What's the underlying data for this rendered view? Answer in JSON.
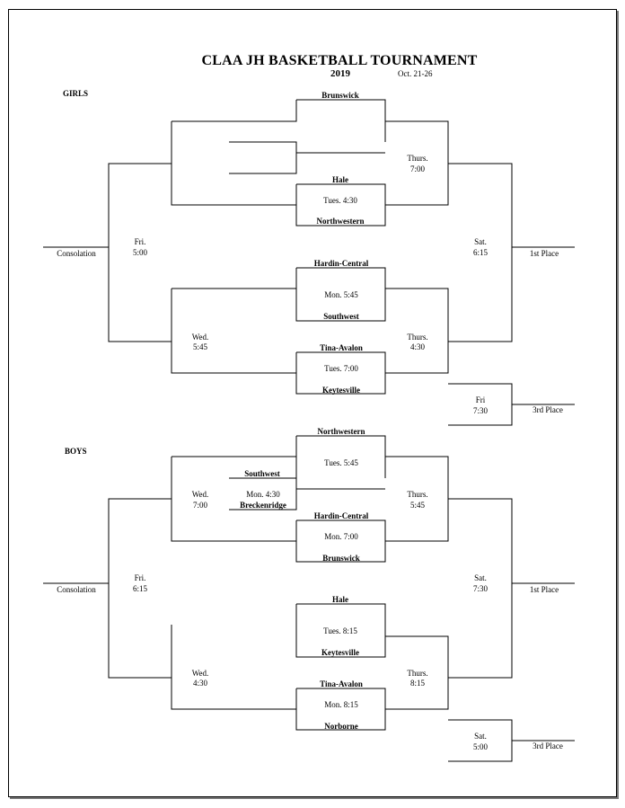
{
  "title": "CLAA JH BASKETBALL TOURNAMENT",
  "year": "2019",
  "dates": "Oct. 21-26",
  "girls": {
    "label": "GIRLS",
    "teams": {
      "brunswick": "Brunswick",
      "hale": "Hale",
      "northwestern": "Northwestern",
      "hardin_central": "Hardin-Central",
      "southwest": "Southwest",
      "tina_avalon": "Tina-Avalon",
      "keytesville": "Keytesville"
    },
    "times": {
      "tues_430": "Tues. 4:30",
      "mon_545": "Mon. 5:45",
      "tues_700": "Tues. 7:00",
      "thurs_top_day": "Thurs.",
      "thurs_top_time": "7:00",
      "thurs_bot_day": "Thurs.",
      "thurs_bot_time": "4:30",
      "wed_day": "Wed.",
      "wed_time": "5:45",
      "fri_day": "Fri.",
      "fri_time": "5:00",
      "sat_day": "Sat.",
      "sat_time": "6:15",
      "third_day": "Fri",
      "third_time": "7:30"
    },
    "consolation": "Consolation",
    "first_place": "1st Place",
    "third_place": "3rd Place"
  },
  "boys": {
    "label": "BOYS",
    "teams": {
      "northwestern": "Northwestern",
      "southwest": "Southwest",
      "breckenridge": "Breckenridge",
      "hardin_central": "Hardin-Central",
      "brunswick": "Brunswick",
      "hale": "Hale",
      "keytesville": "Keytesville",
      "tina_avalon": "Tina-Avalon",
      "norborne": "Norborne"
    },
    "times": {
      "tues_545": "Tues. 5:45",
      "mon_430": "Mon. 4:30",
      "mon_700": "Mon.  7:00",
      "tues_815": "Tues. 8:15",
      "mon_815": "Mon. 8:15",
      "wed_top_day": "Wed.",
      "wed_top_time": "7:00",
      "wed_bot_day": "Wed.",
      "wed_bot_time": "4:30",
      "thurs_top_day": "Thurs.",
      "thurs_top_time": "5:45",
      "thurs_bot_day": "Thurs.",
      "thurs_bot_time": "8:15",
      "fri_day": "Fri.",
      "fri_time": "6:15",
      "sat_day": "Sat.",
      "sat_time": "7:30",
      "third_day": "Sat.",
      "third_time": "5:00"
    },
    "consolation": "Consolation",
    "first_place": "1st Place",
    "third_place": "3rd Place"
  }
}
